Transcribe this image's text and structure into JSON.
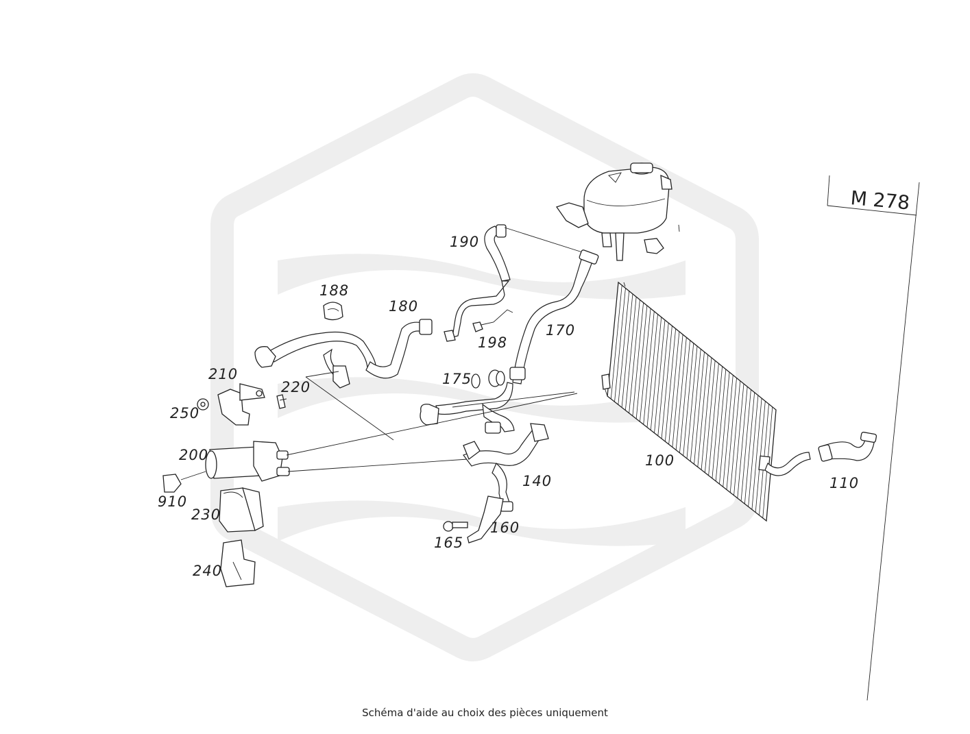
{
  "engine_code": "M 278",
  "caption": "Schéma d'aide au choix des pièces uniquement",
  "parts": [
    {
      "id": "radiator",
      "label": "100"
    },
    {
      "id": "lower-hose",
      "label": "110"
    },
    {
      "id": "pump-hose",
      "label": "140"
    },
    {
      "id": "bracket",
      "label": "160"
    },
    {
      "id": "bolt",
      "label": "165"
    },
    {
      "id": "main-hose",
      "label": "170"
    },
    {
      "id": "oring",
      "label": "175"
    },
    {
      "id": "upper-hose",
      "label": "180"
    },
    {
      "id": "clamp",
      "label": "188"
    },
    {
      "id": "vent-hose",
      "label": "190"
    },
    {
      "id": "nut",
      "label": "198"
    },
    {
      "id": "water-pump",
      "label": "200"
    },
    {
      "id": "pump-bracket",
      "label": "210"
    },
    {
      "id": "screw",
      "label": "220"
    },
    {
      "id": "pump-insulator",
      "label": "230"
    },
    {
      "id": "pump-cover",
      "label": "240"
    },
    {
      "id": "rubber-mount",
      "label": "250"
    },
    {
      "id": "connector",
      "label": "910"
    }
  ],
  "colors": {
    "line": "#222222",
    "watermark": "#eeeeee"
  }
}
